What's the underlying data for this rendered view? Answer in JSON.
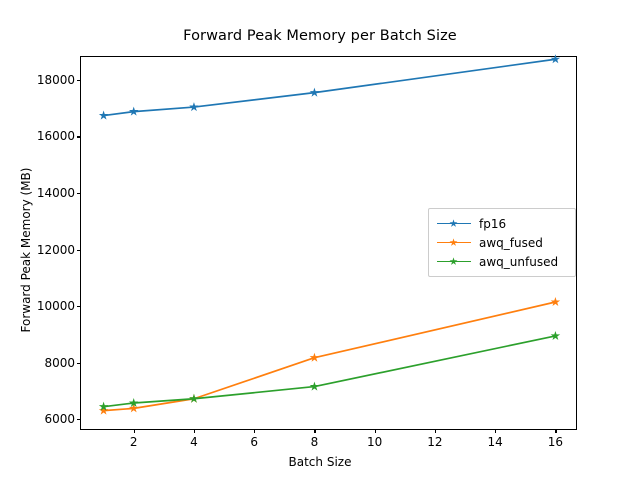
{
  "chart_data": {
    "type": "line",
    "title": "Forward Peak Memory per Batch Size",
    "xlabel": "Batch Size",
    "ylabel": "Forward Peak Memory (MB)",
    "x": [
      1,
      2,
      4,
      8,
      16
    ],
    "xlim": [
      0.25,
      16.75
    ],
    "ylim": [
      5590,
      18810
    ],
    "xticks": [
      2,
      4,
      6,
      8,
      10,
      12,
      14,
      16
    ],
    "xtick_labels": [
      "2",
      "4",
      "6",
      "8",
      "10",
      "12",
      "14",
      "16"
    ],
    "yticks": [
      6000,
      8000,
      10000,
      12000,
      14000,
      16000,
      18000
    ],
    "ytick_labels": [
      "6000",
      "8000",
      "10000",
      "12000",
      "14000",
      "16000",
      "18000"
    ],
    "grid": false,
    "legend_position": "center right",
    "marker": "star",
    "series": [
      {
        "name": "fp16",
        "color": "#1f77b4",
        "values": [
          16740,
          16880,
          17040,
          17550,
          18730
        ]
      },
      {
        "name": "awq_fused",
        "color": "#ff7f0e",
        "values": [
          6310,
          6390,
          6730,
          8180,
          10150
        ]
      },
      {
        "name": "awq_unfused",
        "color": "#2ca02c",
        "values": [
          6450,
          6580,
          6730,
          7160,
          8950
        ]
      }
    ]
  }
}
